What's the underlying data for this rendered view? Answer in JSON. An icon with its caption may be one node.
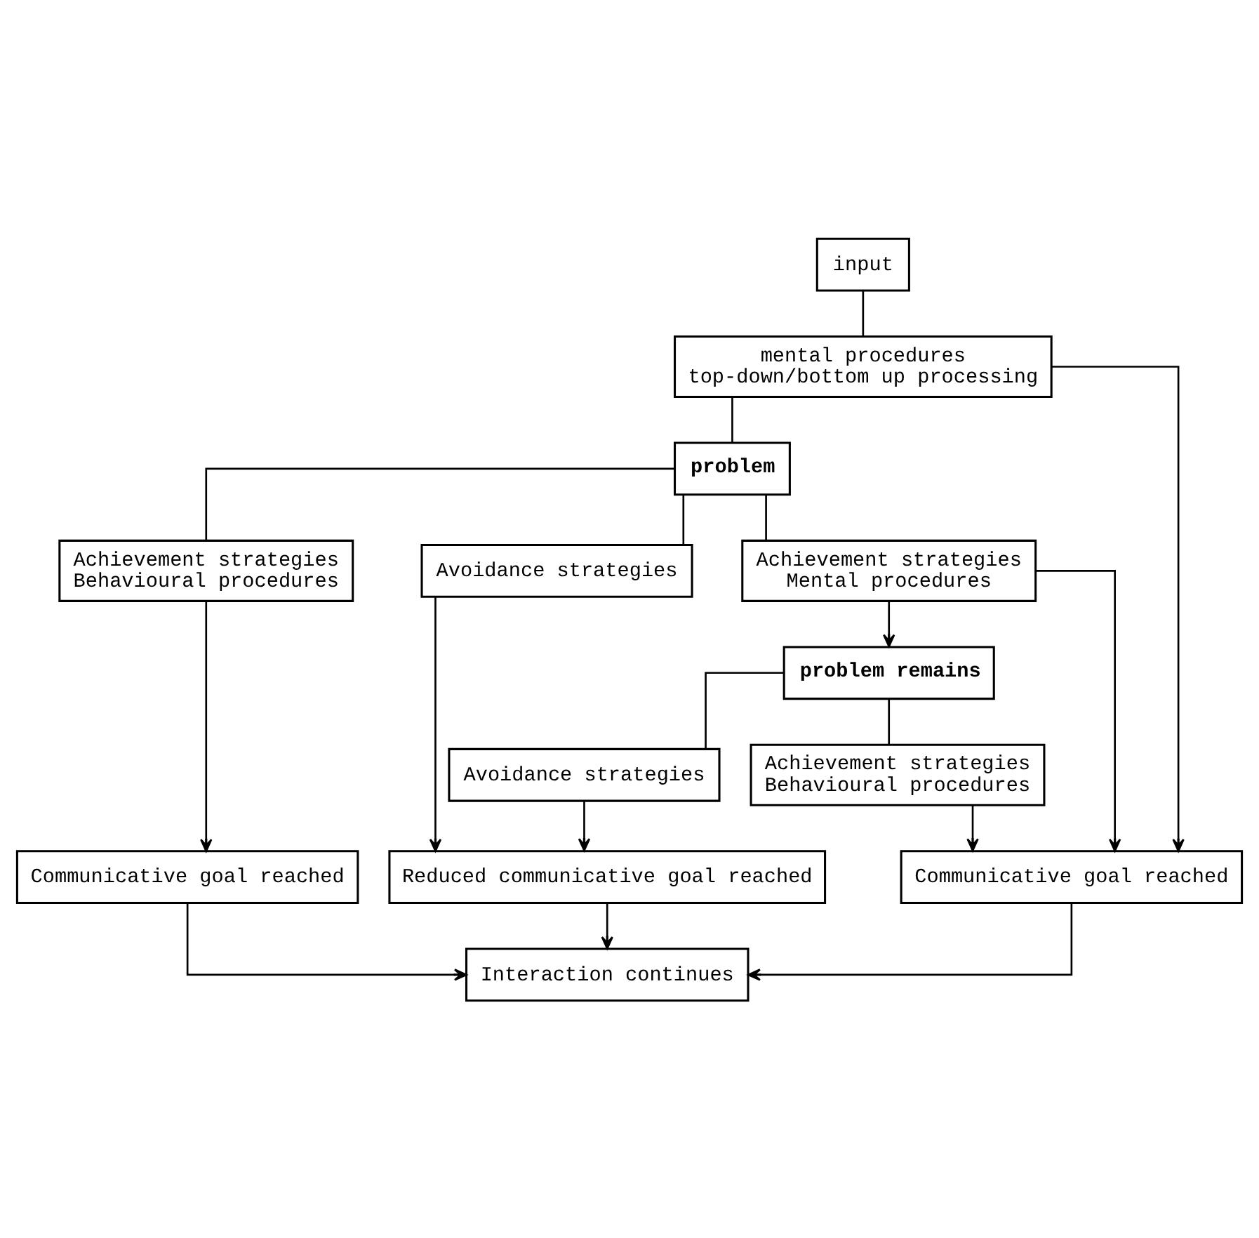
{
  "diagram": {
    "nodes": [
      {
        "text": [
          "input"
        ]
      },
      {
        "text": [
          "mental procedures",
          "top-down/bottom up processing"
        ]
      },
      {
        "text": [
          "problem"
        ]
      },
      {
        "text": [
          "Achievement strategies",
          "Mental procedures"
        ]
      },
      {
        "text": [
          "Avoidance strategies"
        ]
      },
      {
        "text": [
          "Achievement strategies",
          "Behavioural procedures"
        ]
      },
      {
        "text": [
          "problem remains"
        ]
      },
      {
        "text": [
          "Achievement strategies",
          "Behavioural procedures"
        ]
      },
      {
        "text": [
          "Avoidance strategies"
        ]
      },
      {
        "text": [
          "Communicative goal reached"
        ]
      },
      {
        "text": [
          "Reduced communicative goal reached"
        ]
      },
      {
        "text": [
          "Communicative goal reached"
        ]
      },
      {
        "text": [
          "Interaction continues"
        ]
      }
    ],
    "edges": [
      {
        "from": 0,
        "to": 1,
        "arrow": "none"
      },
      {
        "from": 1,
        "to": 2,
        "arrow": "none"
      },
      {
        "from": 2,
        "to": 3,
        "arrow": "none"
      },
      {
        "from": 2,
        "to": 4,
        "arrow": "none"
      },
      {
        "from": 2,
        "to": 5,
        "arrow": "none"
      },
      {
        "from": 1,
        "to": 9,
        "arrow": "to"
      },
      {
        "from": 3,
        "to": 9,
        "arrow": "to"
      },
      {
        "from": 3,
        "to": 6,
        "arrow": "to"
      },
      {
        "from": 6,
        "to": 7,
        "arrow": "none"
      },
      {
        "from": 6,
        "to": 8,
        "arrow": "none"
      },
      {
        "from": 7,
        "to": 9,
        "arrow": "to"
      },
      {
        "from": 8,
        "to": 10,
        "arrow": "to"
      },
      {
        "from": 4,
        "to": 10,
        "arrow": "to"
      },
      {
        "from": 5,
        "to": 11,
        "arrow": "to"
      },
      {
        "from": 9,
        "to": 12,
        "arrow": "to"
      },
      {
        "from": 10,
        "to": 12,
        "arrow": "to"
      },
      {
        "from": 11,
        "to": 12,
        "arrow": "to"
      }
    ]
  }
}
